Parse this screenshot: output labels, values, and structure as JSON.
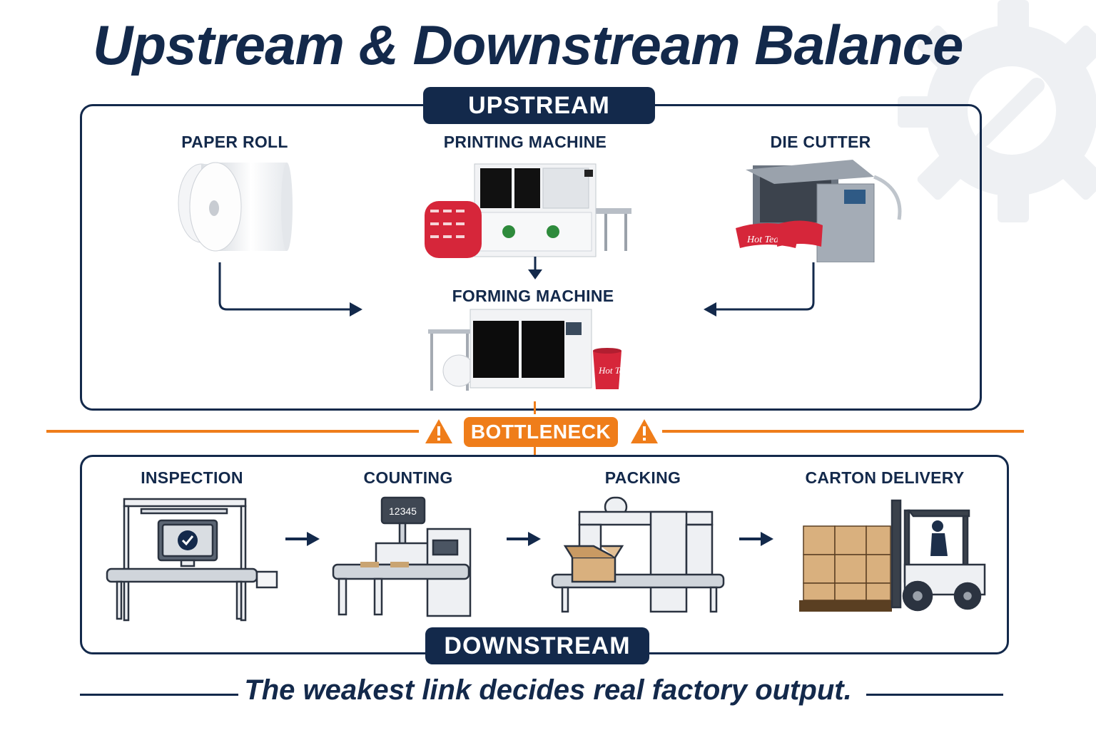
{
  "title": "Upstream & Downstream Balance",
  "upstream": {
    "header": "UPSTREAM",
    "stations": [
      {
        "label": "PAPER ROLL",
        "icon": "paper-roll-icon"
      },
      {
        "label": "PRINTING MACHINE",
        "icon": "printing-machine-icon"
      },
      {
        "label": "DIE CUTTER",
        "icon": "die-cutter-icon"
      },
      {
        "label": "FORMING MACHINE",
        "icon": "forming-machine-icon"
      }
    ],
    "cup_text": "Hot Tea"
  },
  "bottleneck": {
    "label": "BOTTLENECK",
    "icon": "warning-icon"
  },
  "downstream": {
    "header": "DOWNSTREAM",
    "stations": [
      {
        "label": "INSPECTION",
        "icon": "inspection-station-icon"
      },
      {
        "label": "COUNTING",
        "icon": "counting-machine-icon"
      },
      {
        "label": "PACKING",
        "icon": "packing-machine-icon"
      },
      {
        "label": "CARTON DELIVERY",
        "icon": "forklift-icon"
      }
    ],
    "counter_display": "12345"
  },
  "caption": "The weakest link decides real factory output.",
  "colors": {
    "navy": "#13294b",
    "orange": "#ef7d1a",
    "cup_red": "#d6263a",
    "gear_gray": "#eef0f3"
  }
}
